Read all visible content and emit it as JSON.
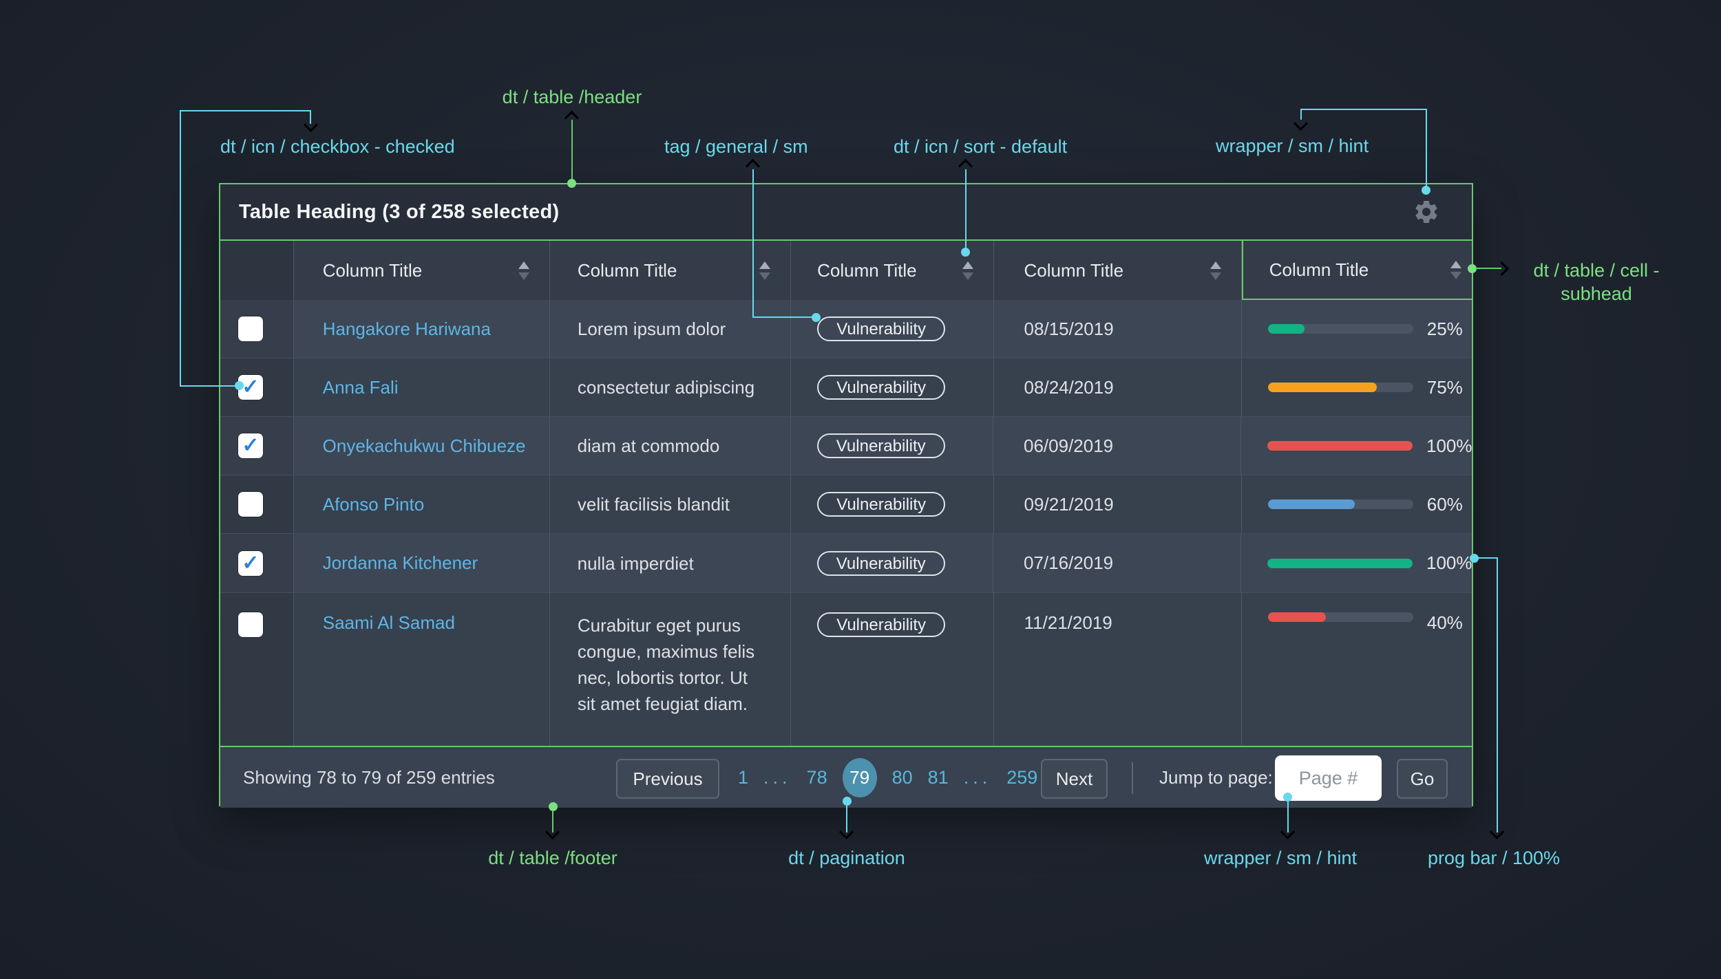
{
  "annotations": {
    "colors": {
      "green": "#7ce080",
      "cyan": "#68d9ec",
      "highlight_border": "#67c96c"
    },
    "labels": {
      "table_header": "dt / table /header",
      "checkbox_checked": "dt / icn / checkbox - checked",
      "tag_general_sm": "tag / general / sm",
      "sort_default": "dt / icn / sort - default",
      "wrapper_hint_top": "wrapper / sm / hint",
      "cell_subhead_line1": "dt / table / cell -",
      "cell_subhead_line2": "subhead",
      "table_footer": "dt / table /footer",
      "pagination": "dt / pagination",
      "wrapper_hint_bottom": "wrapper / sm / hint",
      "prog_bar_100": "prog bar / 100%"
    }
  },
  "icons": {
    "settings": "gear-icon",
    "sort": "sort-arrows-icon",
    "checkbox_check_glyph": "✓"
  },
  "table": {
    "heading": "Table Heading (3 of 258 selected)",
    "columns": [
      "Column Title",
      "Column Title",
      "Column Title",
      "Column Title",
      "Column Title"
    ],
    "rows": [
      {
        "checked": false,
        "name": "Hangakore Hariwana",
        "text": "Lorem ipsum dolor",
        "tag": "Vulnerability",
        "date": "08/15/2019",
        "progress": {
          "value": 25,
          "label": "25%",
          "color": "#12b385"
        }
      },
      {
        "checked": true,
        "name": "Anna Fali",
        "text": "consectetur adipiscing",
        "tag": "Vulnerability",
        "date": "08/24/2019",
        "progress": {
          "value": 75,
          "label": "75%",
          "color": "#f4a21d"
        }
      },
      {
        "checked": true,
        "name": "Onyekachukwu Chibueze",
        "text": "diam at commodo",
        "tag": "Vulnerability",
        "date": "06/09/2019",
        "progress": {
          "value": 100,
          "label": "100%",
          "color": "#e55350"
        }
      },
      {
        "checked": false,
        "name": "Afonso Pinto",
        "text": "velit facilisis blandit",
        "tag": "Vulnerability",
        "date": "09/21/2019",
        "progress": {
          "value": 60,
          "label": "60%",
          "color": "#5c9bd1"
        }
      },
      {
        "checked": true,
        "name": "Jordanna Kitchener",
        "text": "nulla imperdiet",
        "tag": "Vulnerability",
        "date": "07/16/2019",
        "progress": {
          "value": 100,
          "label": "100%",
          "color": "#12b385"
        }
      },
      {
        "checked": false,
        "name": "Saami Al Samad",
        "text": "Curabitur eget purus congue, maximus felis nec, lobortis tortor. Ut sit amet feugiat diam.",
        "tag": "Vulnerability",
        "date": "11/21/2019",
        "progress": {
          "value": 40,
          "label": "40%",
          "color": "#e55350"
        }
      }
    ],
    "footer": {
      "showing": "Showing 78 to 79 of 259 entries",
      "previous": "Previous",
      "next": "Next",
      "jump_label": "Jump to page:",
      "page_placeholder": "Page #",
      "go": "Go",
      "pagination": {
        "items_before": [
          "1",
          "...",
          "78"
        ],
        "current": "79",
        "items_after": [
          "80",
          "81",
          "...",
          "259"
        ]
      }
    }
  }
}
